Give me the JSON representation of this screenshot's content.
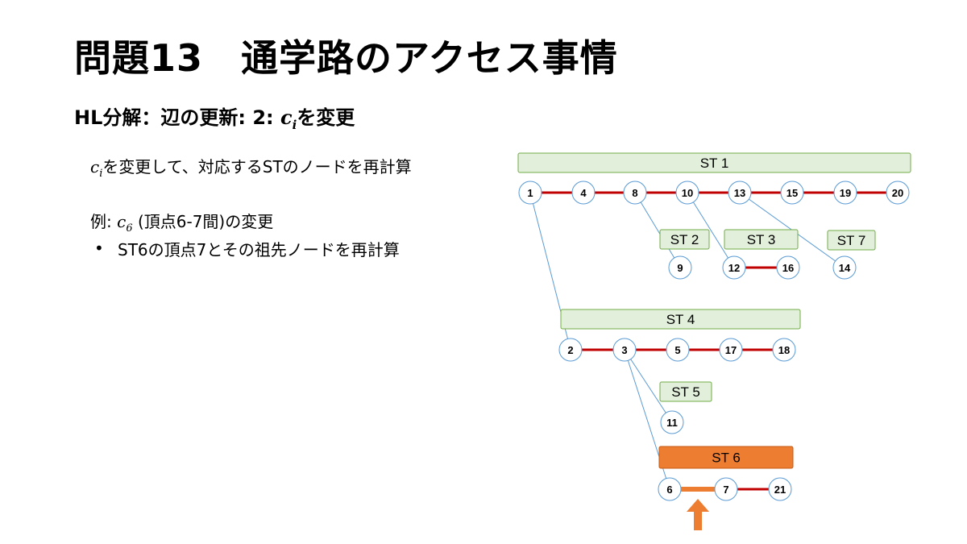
{
  "title": "問題13　通学路のアクセス事情",
  "subtitle": {
    "prefix": "HL分解：辺の更新: 2: ",
    "ci_var": "c",
    "ci_sub": "i",
    "suffix": "を変更"
  },
  "body": {
    "line1_var": "c",
    "line1_sub": "i",
    "line1_rest": "を変更して、対応するSTのノードを再計算",
    "line2_prefix": "例: ",
    "line2_var": "c",
    "line2_sub": "6",
    "line2_rest": " (頂点6-7間)の変更",
    "bullet_mark": "•",
    "bullet1": "ST6の頂点7とその祖先ノードを再計算"
  },
  "colors": {
    "st_fill": "#e2efda",
    "st_stroke": "#70ad47",
    "st_highlight_fill": "#ed7d31",
    "st_highlight_stroke": "#c55a11",
    "heavy_edge": "#c00000",
    "light_edge": "#5b9bd5",
    "highlight_edge": "#ed7d31",
    "arrow": "#ed7d31"
  },
  "diagram": {
    "segment_trees": [
      {
        "id": "st1",
        "label": "ST 1",
        "highlight": false
      },
      {
        "id": "st2",
        "label": "ST 2",
        "highlight": false
      },
      {
        "id": "st3",
        "label": "ST 3",
        "highlight": false
      },
      {
        "id": "st7",
        "label": "ST 7",
        "highlight": false
      },
      {
        "id": "st4",
        "label": "ST 4",
        "highlight": false
      },
      {
        "id": "st5",
        "label": "ST 5",
        "highlight": false
      },
      {
        "id": "st6",
        "label": "ST 6",
        "highlight": true
      }
    ],
    "nodes": [
      "1",
      "4",
      "8",
      "10",
      "13",
      "15",
      "19",
      "20",
      "9",
      "12",
      "16",
      "14",
      "2",
      "3",
      "5",
      "17",
      "18",
      "11",
      "6",
      "7",
      "21"
    ],
    "heavy_paths": [
      [
        "1",
        "4",
        "8",
        "10",
        "13",
        "15",
        "19",
        "20"
      ],
      [
        "12",
        "16"
      ],
      [
        "2",
        "3",
        "5",
        "17",
        "18"
      ],
      [
        "7",
        "21"
      ]
    ],
    "light_edges": [
      [
        "8",
        "9"
      ],
      [
        "10",
        "12"
      ],
      [
        "13",
        "14"
      ],
      [
        "1",
        "2"
      ],
      [
        "3",
        "11"
      ],
      [
        "3",
        "6"
      ]
    ],
    "updated_edge": [
      "6",
      "7"
    ]
  }
}
